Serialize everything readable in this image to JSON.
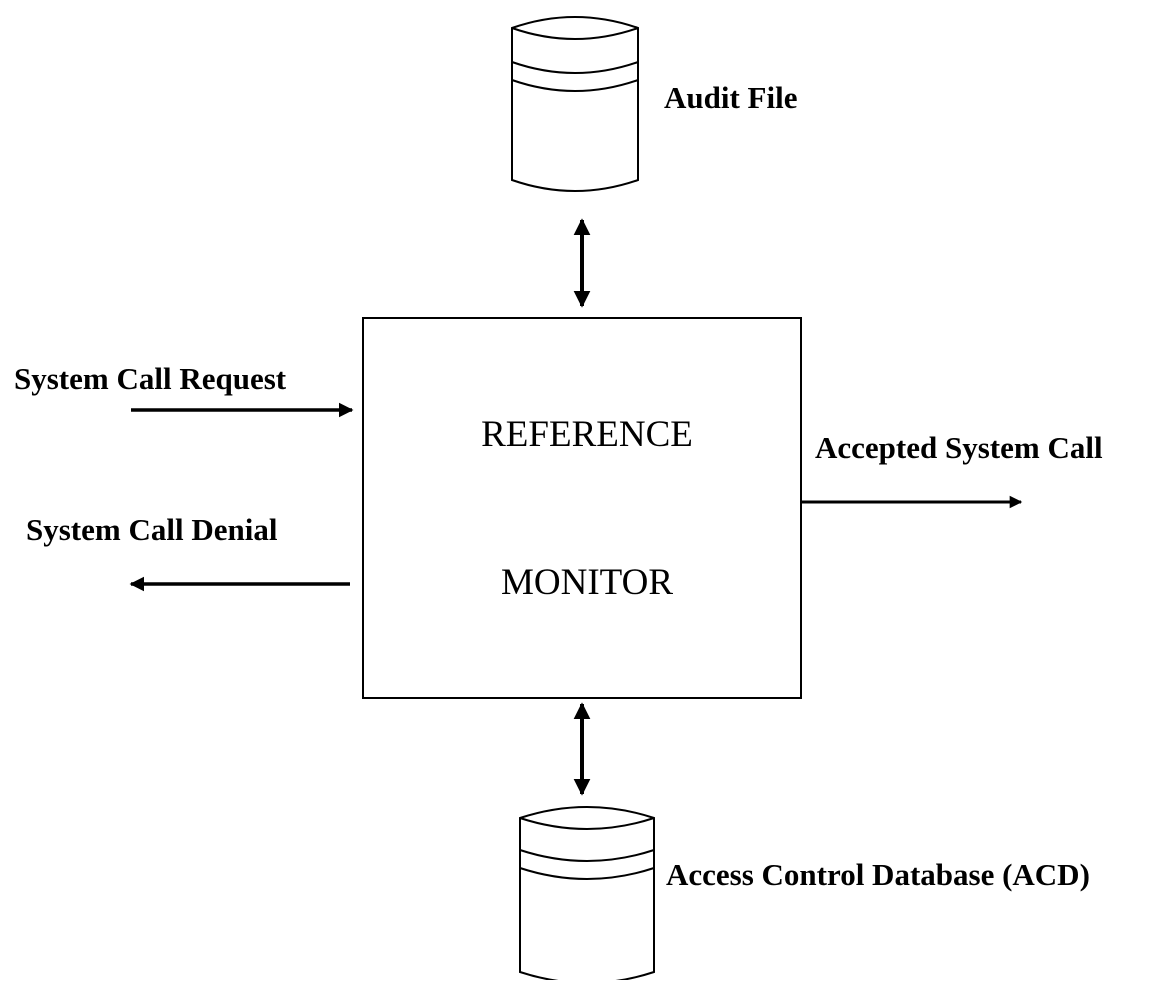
{
  "diagram": {
    "nodes": {
      "audit_file": {
        "label": "Audit File"
      },
      "acd": {
        "label": "Access Control Database (ACD)"
      },
      "reference_monitor": {
        "line1": "REFERENCE",
        "line2": "MONITOR"
      }
    },
    "flows": {
      "request": {
        "label": "System Call Request"
      },
      "denial": {
        "label": "System Call Denial"
      },
      "accepted": {
        "label": "Accepted System Call"
      }
    },
    "colors": {
      "stroke": "#000000",
      "background": "#ffffff"
    }
  }
}
